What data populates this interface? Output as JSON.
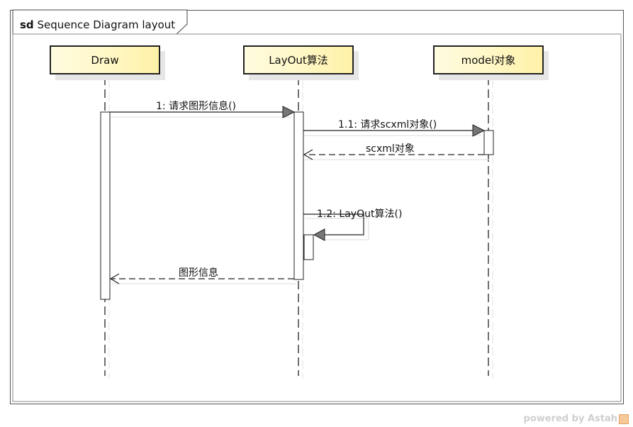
{
  "diagram": {
    "frame_kind": "sd",
    "frame_title": "Sequence Diagram layout"
  },
  "lifelines": [
    {
      "id": "draw",
      "label": "Draw"
    },
    {
      "id": "layout",
      "label": "LayOut算法"
    },
    {
      "id": "model",
      "label": "model对象"
    }
  ],
  "messages": [
    {
      "label": "1: 请求图形信息()",
      "from": "draw",
      "to": "layout",
      "kind": "sync"
    },
    {
      "label": "1.1: 请求scxml对象()",
      "from": "layout",
      "to": "model",
      "kind": "sync"
    },
    {
      "label": "scxml对象",
      "from": "model",
      "to": "layout",
      "kind": "reply"
    },
    {
      "label": "1.2: LayOut算法()",
      "from": "layout",
      "to": "layout",
      "kind": "self"
    },
    {
      "label": "图形信息",
      "from": "layout",
      "to": "draw",
      "kind": "reply"
    }
  ],
  "footer": {
    "text": "powered by Astah"
  }
}
